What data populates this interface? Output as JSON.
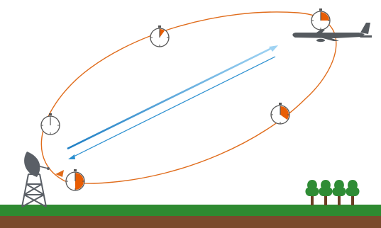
{
  "colors": {
    "orbit": "#e06c1b",
    "signal": "#2a8fd0",
    "clock_fill": "#e85d04",
    "clock_stroke": "#555555",
    "grass": "#2e8a31",
    "soil": "#7a4a2c",
    "tree_top": "#2f8c35",
    "tree_trunk": "#6b3f25",
    "aircraft": "#555a5f",
    "tower": "#5a5f66"
  },
  "clocks": [
    {
      "name": "clock-topright",
      "elapsed": 0.25
    },
    {
      "name": "clock-top",
      "elapsed": 0.1
    },
    {
      "name": "clock-right",
      "elapsed": 0.35
    },
    {
      "name": "clock-left",
      "elapsed": 0.0
    },
    {
      "name": "clock-bottom",
      "elapsed": 0.5
    }
  ],
  "icons": [
    "radar-antenna-icon",
    "airplane-icon",
    "trees-icon",
    "stopwatch-icon"
  ]
}
